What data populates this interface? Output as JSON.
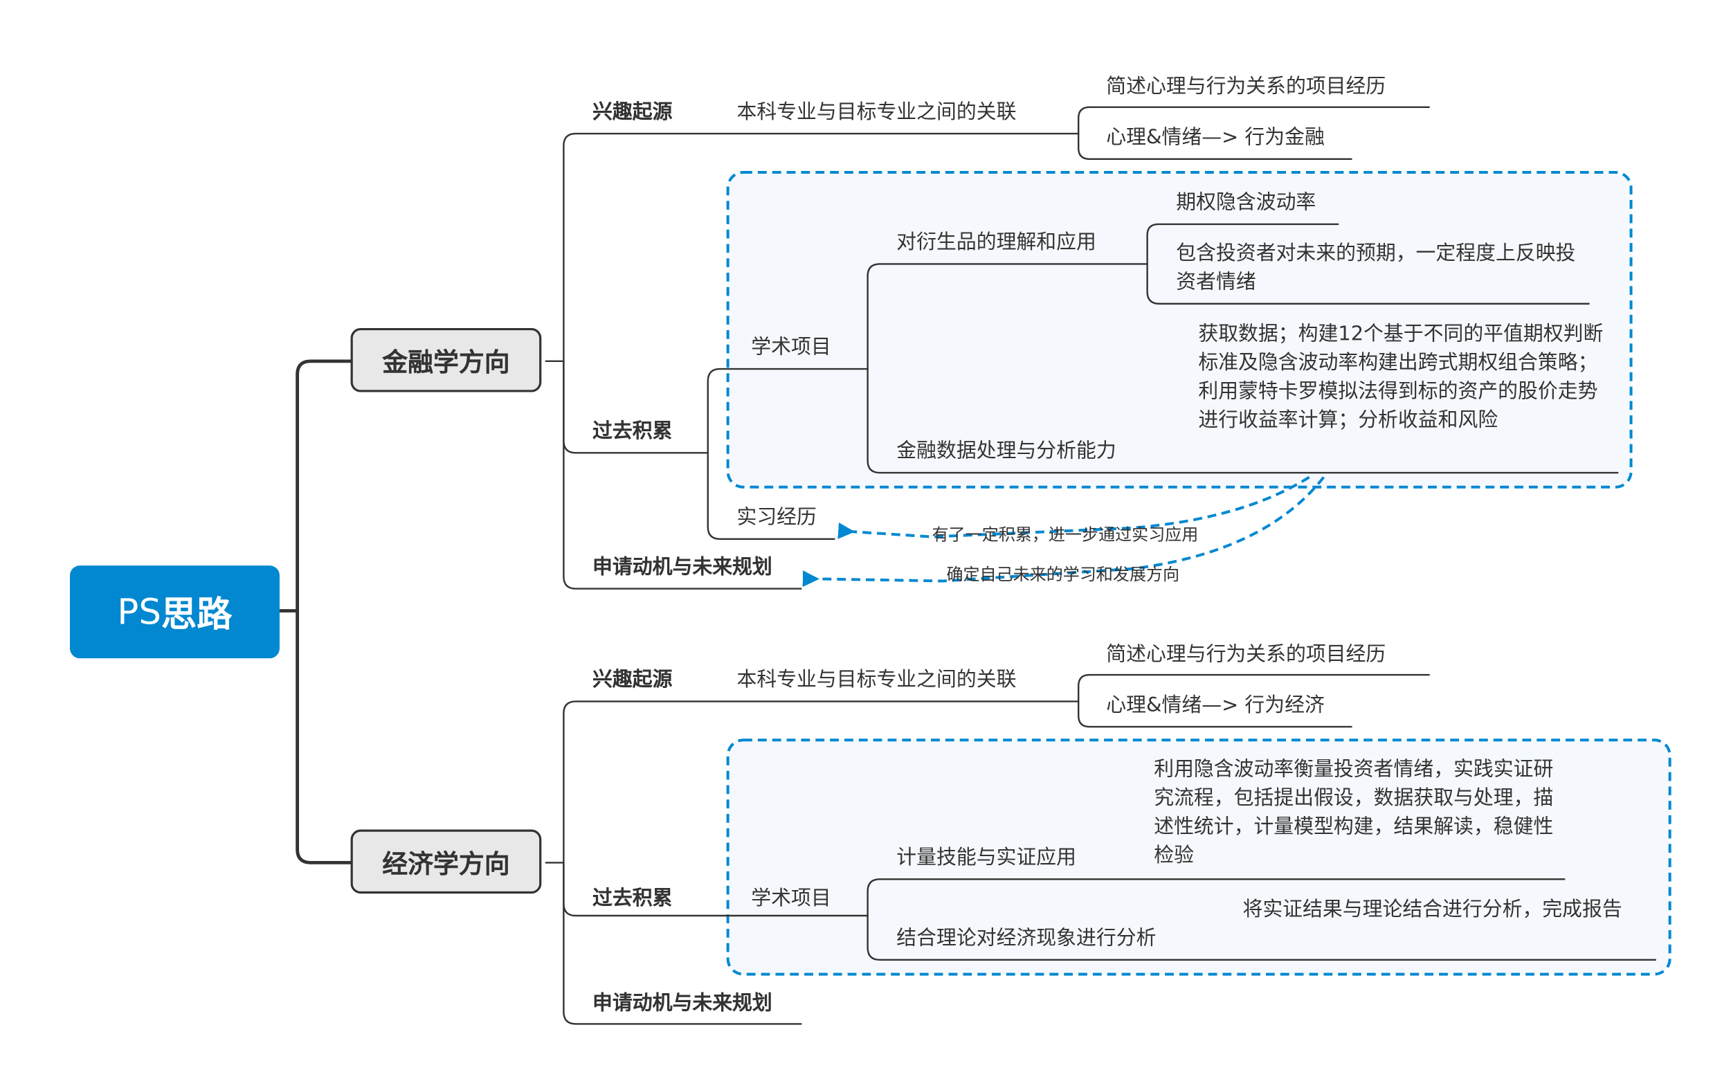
{
  "root": {
    "prefix": "PS",
    "title": "思路"
  },
  "branches": [
    {
      "title": "金融学方向",
      "interest": {
        "label": "兴趣起源",
        "link": "本科专业与目标专业之间的关联",
        "items": [
          "简述心理与行为关系的项目经历",
          "心理&情绪—> 行为金融"
        ]
      },
      "past": {
        "label": "过去积累",
        "academic": {
          "label": "学术项目",
          "sub": [
            {
              "label": "对衍生品的理解和应用",
              "items": [
                "期权隐含波动率",
                "包含投资者对未来的预期，一定程度上反映投资者情绪"
              ]
            },
            {
              "label": "金融数据处理与分析能力",
              "items": [
                "获取数据；构建12个基于不同的平值期权判断标准及隐含波动率构建出跨式期权组合策略；利用蒙特卡罗模拟法得到标的资产的股价走势进行收益率计算；分析收益和风险"
              ]
            }
          ]
        },
        "internship": {
          "label": "实习经历"
        }
      },
      "plan": {
        "label": "申请动机与未来规划"
      },
      "relations": [
        {
          "label": "有了一定积累，进一步通过实习应用",
          "from": "学术项目",
          "to": "实习经历"
        },
        {
          "label": "确定自己未来的学习和发展方向",
          "from": "学术项目",
          "to": "申请动机与未来规划"
        }
      ]
    },
    {
      "title": "经济学方向",
      "interest": {
        "label": "兴趣起源",
        "link": "本科专业与目标专业之间的关联",
        "items": [
          "简述心理与行为关系的项目经历",
          "心理&情绪—> 行为经济"
        ]
      },
      "past": {
        "label": "过去积累",
        "academic": {
          "label": "学术项目",
          "sub": [
            {
              "label": "计量技能与实证应用",
              "items": [
                "利用隐含波动率衡量投资者情绪，实践实证研究流程，包括提出假设，数据获取与处理，描述性统计，计量模型构建，结果解读，稳健性检验"
              ]
            },
            {
              "label": "结合理论对经济现象进行分析",
              "items": [
                "将实证结果与理论结合进行分析，完成报告"
              ]
            }
          ]
        }
      },
      "plan": {
        "label": "申请动机与未来规划"
      }
    }
  ],
  "colors": {
    "root": "#0288d1",
    "main_fill": "#e8e8e8",
    "line": "#333333",
    "boundary": "#0288d1",
    "boundary_fill": "#f5f9fd"
  }
}
